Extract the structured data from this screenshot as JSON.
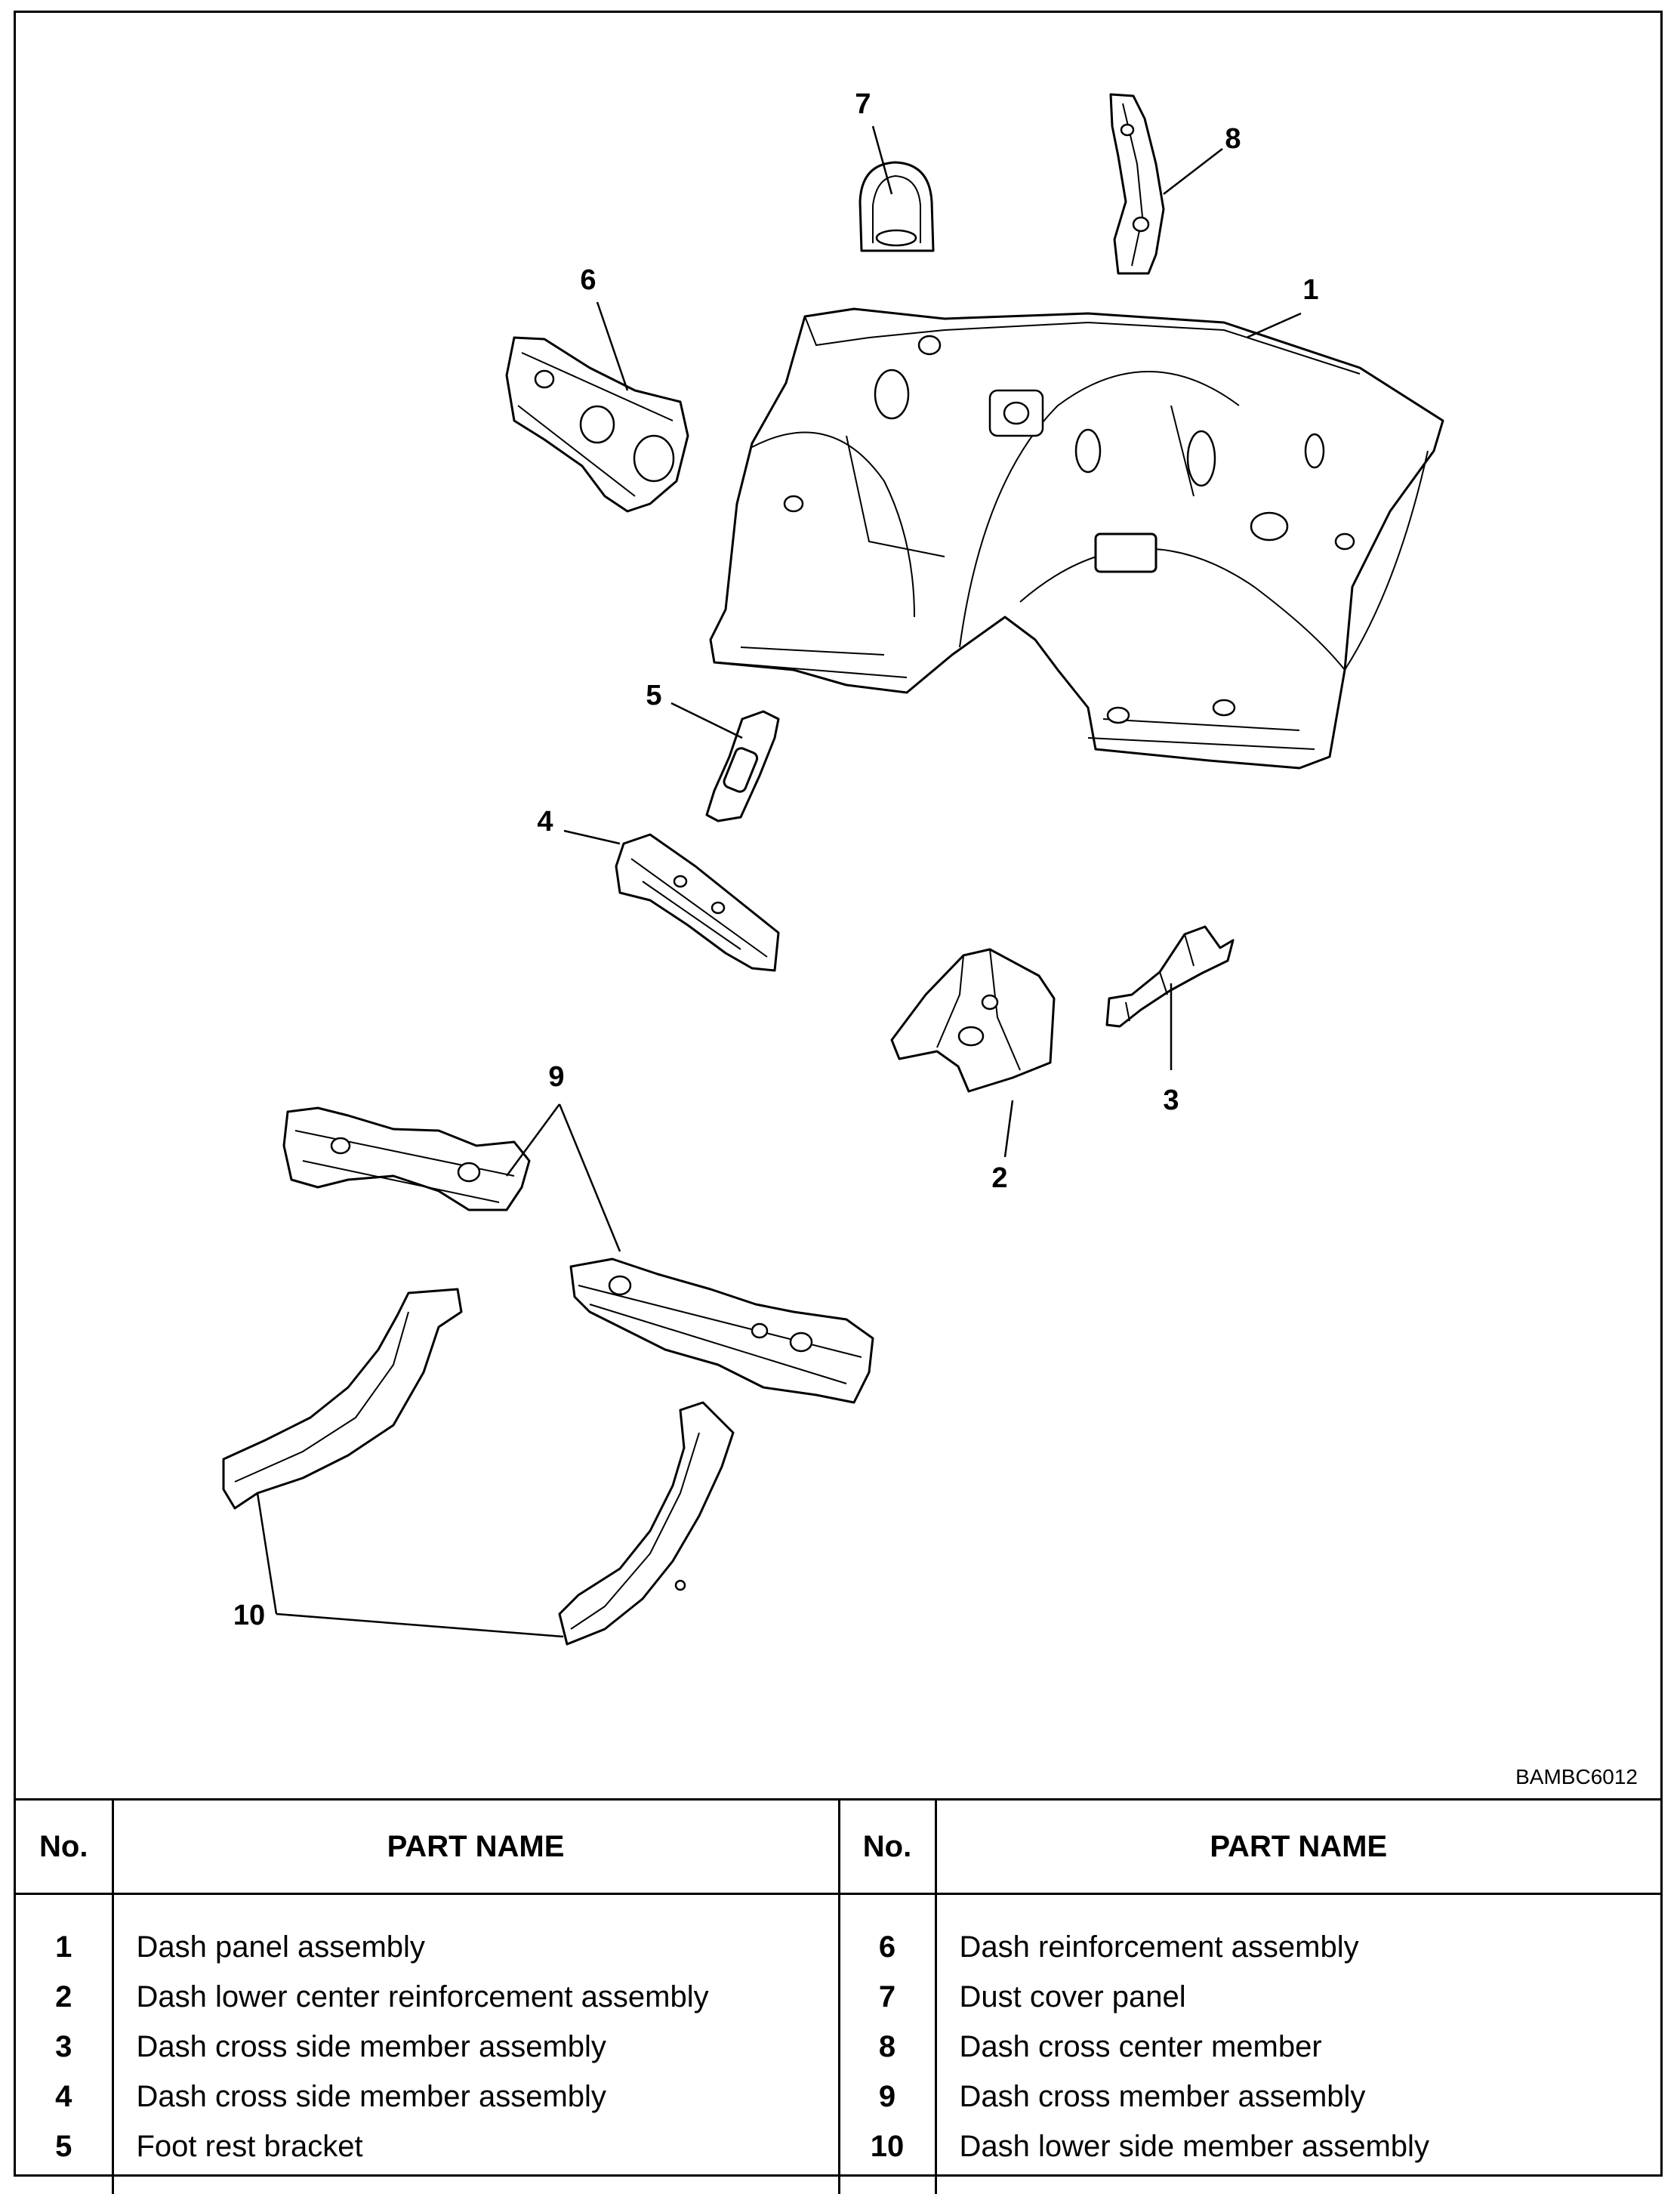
{
  "figure_code": "BAMBC6012",
  "callouts": {
    "c1": "1",
    "c2": "2",
    "c3": "3",
    "c4": "4",
    "c5": "5",
    "c6": "6",
    "c7": "7",
    "c8": "8",
    "c9": "9",
    "c10": "10"
  },
  "table": {
    "headers": [
      "No.",
      "PART NAME",
      "No.",
      "PART NAME"
    ],
    "rows": [
      {
        "no_left": "1",
        "name_left": "Dash panel assembly",
        "no_right": "6",
        "name_right": "Dash reinforcement assembly"
      },
      {
        "no_left": "2",
        "name_left": "Dash lower center reinforcement assembly",
        "no_right": "7",
        "name_right": "Dust cover panel"
      },
      {
        "no_left": "3",
        "name_left": "Dash cross side member assembly",
        "no_right": "8",
        "name_right": "Dash cross center member"
      },
      {
        "no_left": "4",
        "name_left": "Dash cross side member assembly",
        "no_right": "9",
        "name_right": "Dash cross member assembly"
      },
      {
        "no_left": "5",
        "name_left": "Foot rest bracket",
        "no_right": "10",
        "name_right": "Dash lower side member assembly"
      }
    ]
  }
}
